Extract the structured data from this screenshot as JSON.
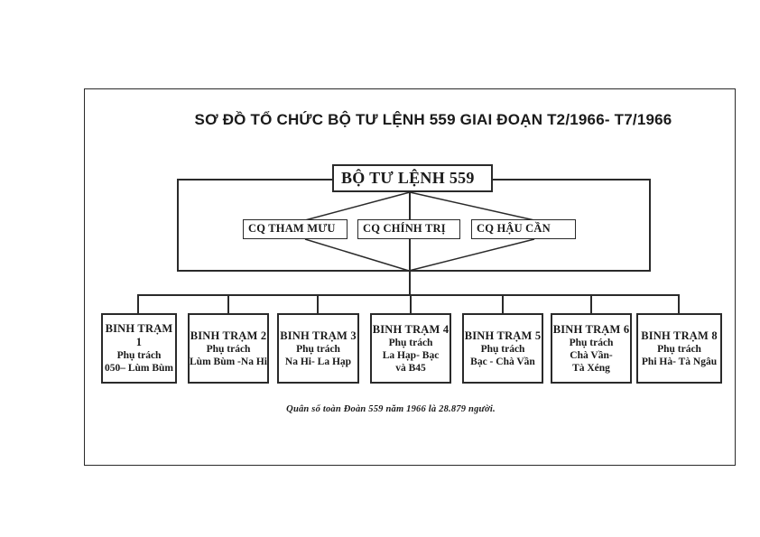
{
  "page": {
    "title": "SƠ ĐỒ TỔ CHỨC BỘ TƯ LỆNH 559 GIAI ĐOẠN T2/1966- T7/1966",
    "footnote": "Quân số toàn Đoàn 559 năm 1966 là 28.879 người."
  },
  "org": {
    "root": {
      "label": "BỘ TƯ LỆNH 559"
    },
    "departments": [
      {
        "label": "CQ THAM MƯU"
      },
      {
        "label": "CQ CHÍNH TRỊ"
      },
      {
        "label": "CQ HẬU CẦN"
      }
    ],
    "stations": [
      {
        "title": "BINH TRẠM 1",
        "lines": [
          "Phụ trách",
          "050– Lùm Bùm"
        ]
      },
      {
        "title": "BINH TRẠM 2",
        "lines": [
          "Phụ trách",
          "Lùm Bùm -Na Hi"
        ]
      },
      {
        "title": "BINH TRẠM 3",
        "lines": [
          "Phụ trách",
          "Na Hi- La Hạp"
        ]
      },
      {
        "title": "BINH TRẠM 4",
        "lines": [
          "Phụ trách",
          "La Hạp- Bạc",
          "và B45"
        ]
      },
      {
        "title": "BINH TRẠM 5",
        "lines": [
          "Phụ trách",
          "Bạc - Chà Vần"
        ]
      },
      {
        "title": "BINH TRẠM 6",
        "lines": [
          "Phụ trách",
          "Chà Vần-",
          "Tà Xéng"
        ]
      },
      {
        "title": "BINH TRẠM 8",
        "lines": [
          "Phụ trách",
          "Phi Hà- Tà Ngâu"
        ]
      }
    ],
    "colors": {
      "line": "#2a2a2a",
      "background": "#ffffff"
    }
  }
}
